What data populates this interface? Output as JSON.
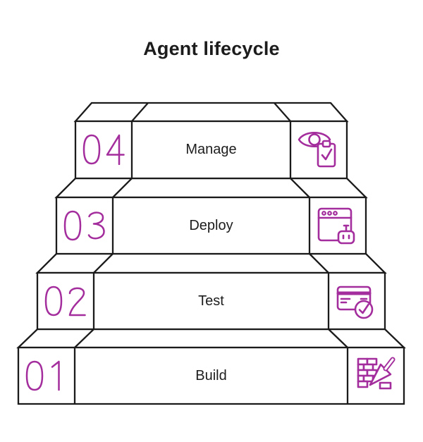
{
  "title": "Agent lifecycle",
  "colors": {
    "accent": "#a32d9c",
    "outline": "#1b1b1b",
    "background": "#ffffff"
  },
  "steps": [
    {
      "number": "01",
      "label": "Build",
      "icon": "brick-wall-trowel-icon"
    },
    {
      "number": "02",
      "label": "Test",
      "icon": "test-card-check-icon"
    },
    {
      "number": "03",
      "label": "Deploy",
      "icon": "browser-robot-icon"
    },
    {
      "number": "04",
      "label": "Manage",
      "icon": "eye-clipboard-icon"
    }
  ]
}
